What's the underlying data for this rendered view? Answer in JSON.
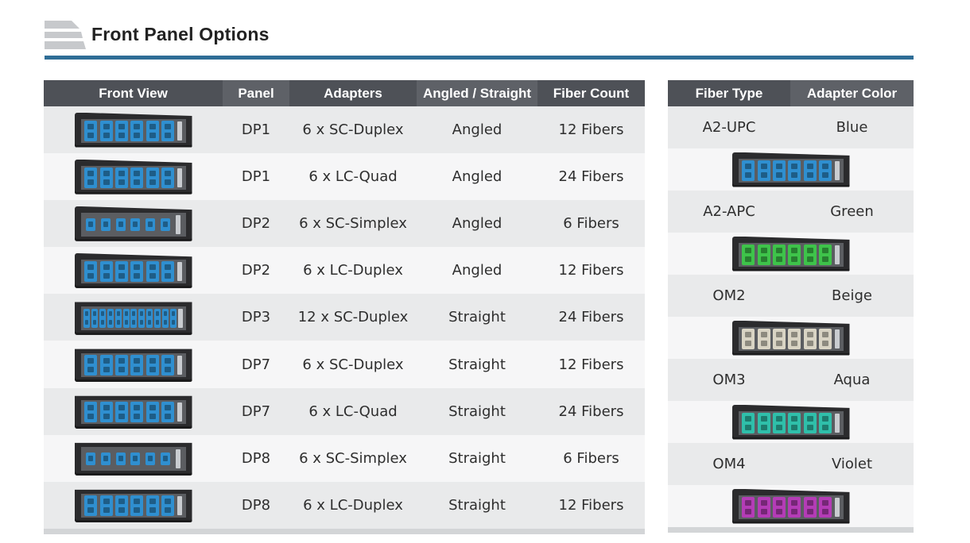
{
  "header": {
    "title": "Front Panel Options"
  },
  "main_table": {
    "columns": [
      "Front View",
      "Panel",
      "Adapters",
      "Angled / Straight",
      "Fiber Count"
    ],
    "rows": [
      {
        "panel": "DP1",
        "adapters": "6 x SC-Duplex",
        "orientation": "Angled",
        "fiber_count": "12 Fibers",
        "style": "sc-duplex",
        "angled": true
      },
      {
        "panel": "DP1",
        "adapters": "6 x LC-Quad",
        "orientation": "Angled",
        "fiber_count": "24 Fibers",
        "style": "lc-quad",
        "angled": true
      },
      {
        "panel": "DP2",
        "adapters": "6 x SC-Simplex",
        "orientation": "Angled",
        "fiber_count": "6 Fibers",
        "style": "sc-simplex",
        "angled": true
      },
      {
        "panel": "DP2",
        "adapters": "6 x LC-Duplex",
        "orientation": "Angled",
        "fiber_count": "12 Fibers",
        "style": "lc-duplex",
        "angled": true
      },
      {
        "panel": "DP3",
        "adapters": "12 x SC-Duplex",
        "orientation": "Straight",
        "fiber_count": "24 Fibers",
        "style": "sc-duplex-dense",
        "angled": false
      },
      {
        "panel": "DP7",
        "adapters": "6 x SC-Duplex",
        "orientation": "Straight",
        "fiber_count": "12 Fibers",
        "style": "sc-duplex",
        "angled": false
      },
      {
        "panel": "DP7",
        "adapters": "6 x LC-Quad",
        "orientation": "Straight",
        "fiber_count": "24 Fibers",
        "style": "lc-quad",
        "angled": false
      },
      {
        "panel": "DP8",
        "adapters": "6 x SC-Simplex",
        "orientation": "Straight",
        "fiber_count": "6 Fibers",
        "style": "sc-simplex",
        "angled": false
      },
      {
        "panel": "DP8",
        "adapters": "6 x LC-Duplex",
        "orientation": "Straight",
        "fiber_count": "12 Fibers",
        "style": "lc-duplex",
        "angled": false
      }
    ]
  },
  "side_table": {
    "columns": [
      "Fiber Type",
      "Adapter Color"
    ],
    "rows": [
      {
        "fiber_type": "A2-UPC",
        "adapter_color": "Blue",
        "swatch": "#2f8fd0"
      },
      {
        "fiber_type": "A2-APC",
        "adapter_color": "Green",
        "swatch": "#3ec34a"
      },
      {
        "fiber_type": "OM2",
        "adapter_color": "Beige",
        "swatch": "#d9d4c4"
      },
      {
        "fiber_type": "OM3",
        "adapter_color": "Aqua",
        "swatch": "#2fbfaa"
      },
      {
        "fiber_type": "OM4",
        "adapter_color": "Violet",
        "swatch": "#b43cb6"
      }
    ]
  },
  "colors": {
    "header_bg": "#4e5157",
    "accent_rule": "#2f6d96",
    "row_odd": "#e9eaeb",
    "row_even": "#f6f6f7",
    "adapter_blue": "#2f8fd0"
  }
}
